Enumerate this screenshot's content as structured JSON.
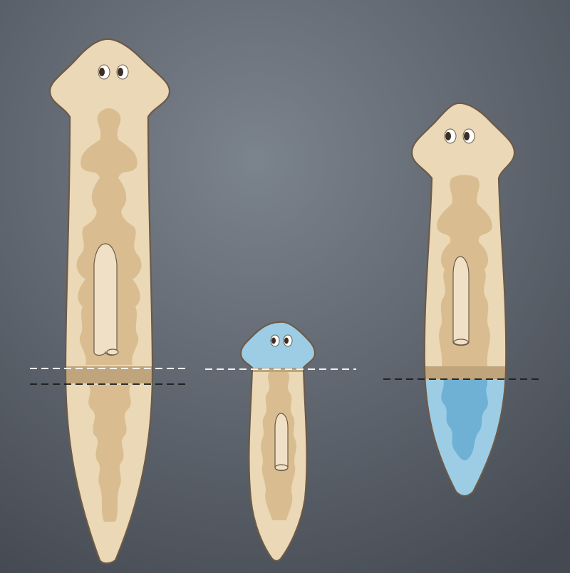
{
  "figure": {
    "subject": "planarian-regeneration",
    "panels": [
      {
        "id": "intact-worm",
        "state": "original",
        "cut_lines": [
          {
            "style": "white-dashed"
          },
          {
            "style": "black-dashed"
          }
        ],
        "regenerated_tissue": "none"
      },
      {
        "id": "tail-fragment",
        "state": "regenerating-head",
        "cut_lines": [
          {
            "style": "white-dashed"
          }
        ],
        "regenerated_tissue": "head"
      },
      {
        "id": "head-fragment",
        "state": "regenerating-tail",
        "cut_lines": [
          {
            "style": "black-dashed"
          }
        ],
        "regenerated_tissue": "tail"
      }
    ]
  },
  "colors": {
    "background_top": "#7b838d",
    "background_bottom": "#454a52",
    "body": "#ead8b6",
    "body_outline": "#6b5a48",
    "gut": "#d6b88a",
    "cut_band": "#9c7a4d",
    "pharynx": "#f0e0c6",
    "regenerated_tissue": "#9ccde5",
    "regenerated_gut": "#6aaed3",
    "eye_white": "#ffffff",
    "eye_pupil": "#3b2e23"
  }
}
